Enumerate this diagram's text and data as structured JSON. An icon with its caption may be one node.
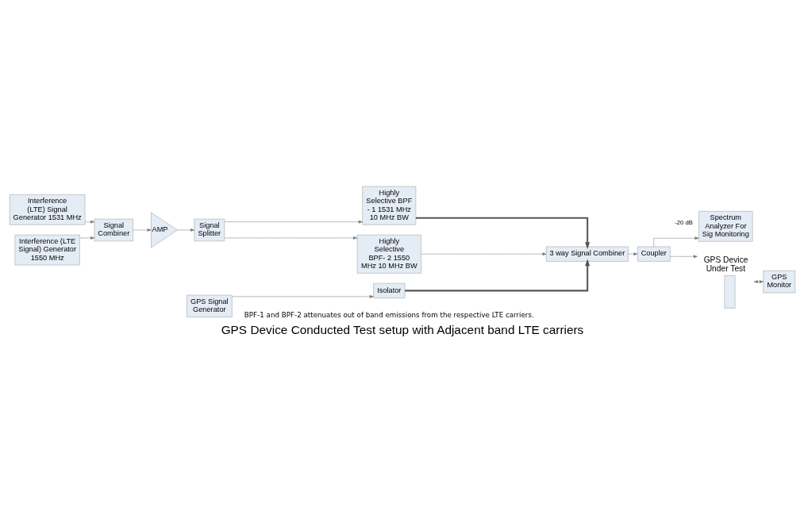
{
  "diagram": {
    "title": "GPS Device Conducted Test setup with Adjacent band LTE carriers",
    "caption": "BPF-1 and BPF-2 attenuates out of band emissions from the respective LTE carriers.",
    "nodes": [
      {
        "text": [
          "Interference (LTE) Signal Generator 1531 MHz"
        ]
      },
      {
        "text": [
          "Signal Combiner"
        ]
      },
      {
        "text": [
          "Interference (LTE Signal) Generator 1550 MHz"
        ]
      },
      {
        "text": [
          "AMP"
        ]
      },
      {
        "text": [
          "Signal Splitter"
        ]
      },
      {
        "text": [
          "Highly Selective BPF - 1 1531 MHz 10 MHz BW"
        ]
      },
      {
        "text": [
          "Highly Selective BPF- 2 1550 MHz 10 MHz BW"
        ]
      },
      {
        "text": [
          "3 way Signal Combiner"
        ]
      },
      {
        "text": [
          "Spectrum Analyzer For Sig Monitoring"
        ]
      },
      {
        "text": [
          "Coupler"
        ]
      },
      {
        "text": [
          "GPS Device Under Test"
        ]
      },
      {
        "text": [
          "GPS Monitor"
        ]
      },
      {
        "text": [
          "GPS Signal Generator"
        ]
      },
      {
        "text": [
          "Isolator"
        ]
      }
    ],
    "edges": [
      {
        "from": 0,
        "to": 1,
        "arrow": "to"
      },
      {
        "from": 2,
        "to": 1,
        "arrow": "to"
      },
      {
        "from": 1,
        "to": 3,
        "arrow": "to"
      },
      {
        "from": 3,
        "to": 4,
        "arrow": "to"
      },
      {
        "from": 4,
        "to": 5,
        "arrow": "to"
      },
      {
        "from": 4,
        "to": 6,
        "arrow": "to"
      },
      {
        "from": 5,
        "to": 7,
        "arrow": "to",
        "style": "thick"
      },
      {
        "from": 6,
        "to": 7,
        "arrow": "to"
      },
      {
        "from": 13,
        "to": 7,
        "arrow": "to",
        "style": "thick"
      },
      {
        "from": 7,
        "to": 9,
        "arrow": "to"
      },
      {
        "from": 9,
        "to": 8,
        "arrow": "to",
        "label": "-20 dB"
      },
      {
        "from": 9,
        "to": 10,
        "arrow": "to"
      },
      {
        "from": 10,
        "to": 11,
        "arrow": "both"
      },
      {
        "from": 12,
        "to": 13,
        "arrow": "to"
      }
    ]
  }
}
